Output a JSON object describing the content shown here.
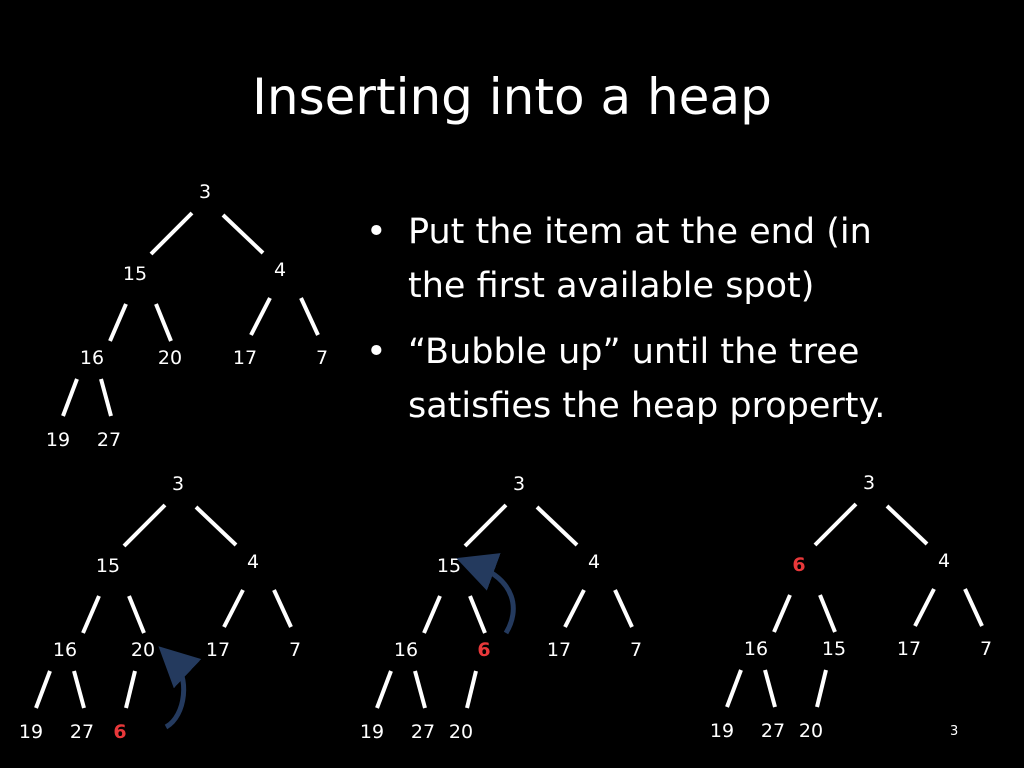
{
  "slide": {
    "title": "Inserting into a heap",
    "number": "3",
    "bullets": [
      "Put the item at the end (in the first available spot)",
      "“Bubble up” until the tree satisfies the heap property."
    ]
  },
  "colors": {
    "background": "#000000",
    "text": "#ffffff",
    "highlight": "#e8383a",
    "arrow": "#243a5e"
  },
  "trees": [
    {
      "name": "initial-heap",
      "nodes": [
        "3",
        "15",
        "4",
        "16",
        "20",
        "17",
        "7",
        "19",
        "27"
      ],
      "highlight": null,
      "arrow": null
    },
    {
      "name": "heap-step-1",
      "nodes": [
        "3",
        "15",
        "4",
        "16",
        "20",
        "17",
        "7",
        "19",
        "27",
        "6"
      ],
      "highlight": "6",
      "arrow": "6-to-20"
    },
    {
      "name": "heap-step-2",
      "nodes": [
        "3",
        "15",
        "4",
        "16",
        "6",
        "17",
        "7",
        "19",
        "27",
        "20"
      ],
      "highlight": "6",
      "arrow": "6-to-15"
    },
    {
      "name": "heap-step-3",
      "nodes": [
        "3",
        "6",
        "4",
        "16",
        "15",
        "17",
        "7",
        "19",
        "27",
        "20"
      ],
      "highlight": "6",
      "arrow": null
    }
  ]
}
